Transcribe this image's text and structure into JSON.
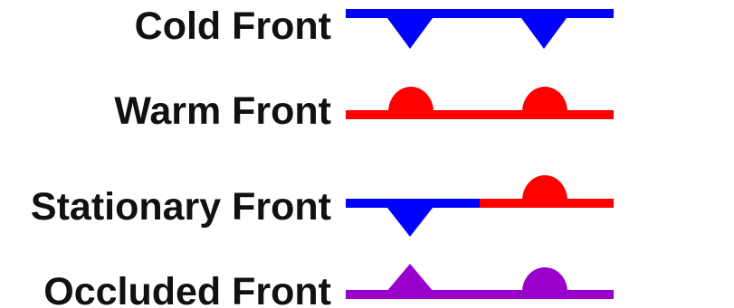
{
  "legend": {
    "cold": {
      "label": "Cold Front",
      "color": "#0000ff",
      "symbol": "triangles-down"
    },
    "warm": {
      "label": "Warm Front",
      "color": "#ff0000",
      "symbol": "semicircles-up"
    },
    "stationary": {
      "label": "Stationary Front",
      "cold_color": "#0000ff",
      "warm_color": "#ff0000",
      "symbol": "alternating-triangle-down-semicircle-up"
    },
    "occluded": {
      "label": "Occluded Front",
      "color": "#9900cc",
      "symbol": "triangle-up-and-semicircle-up"
    }
  }
}
